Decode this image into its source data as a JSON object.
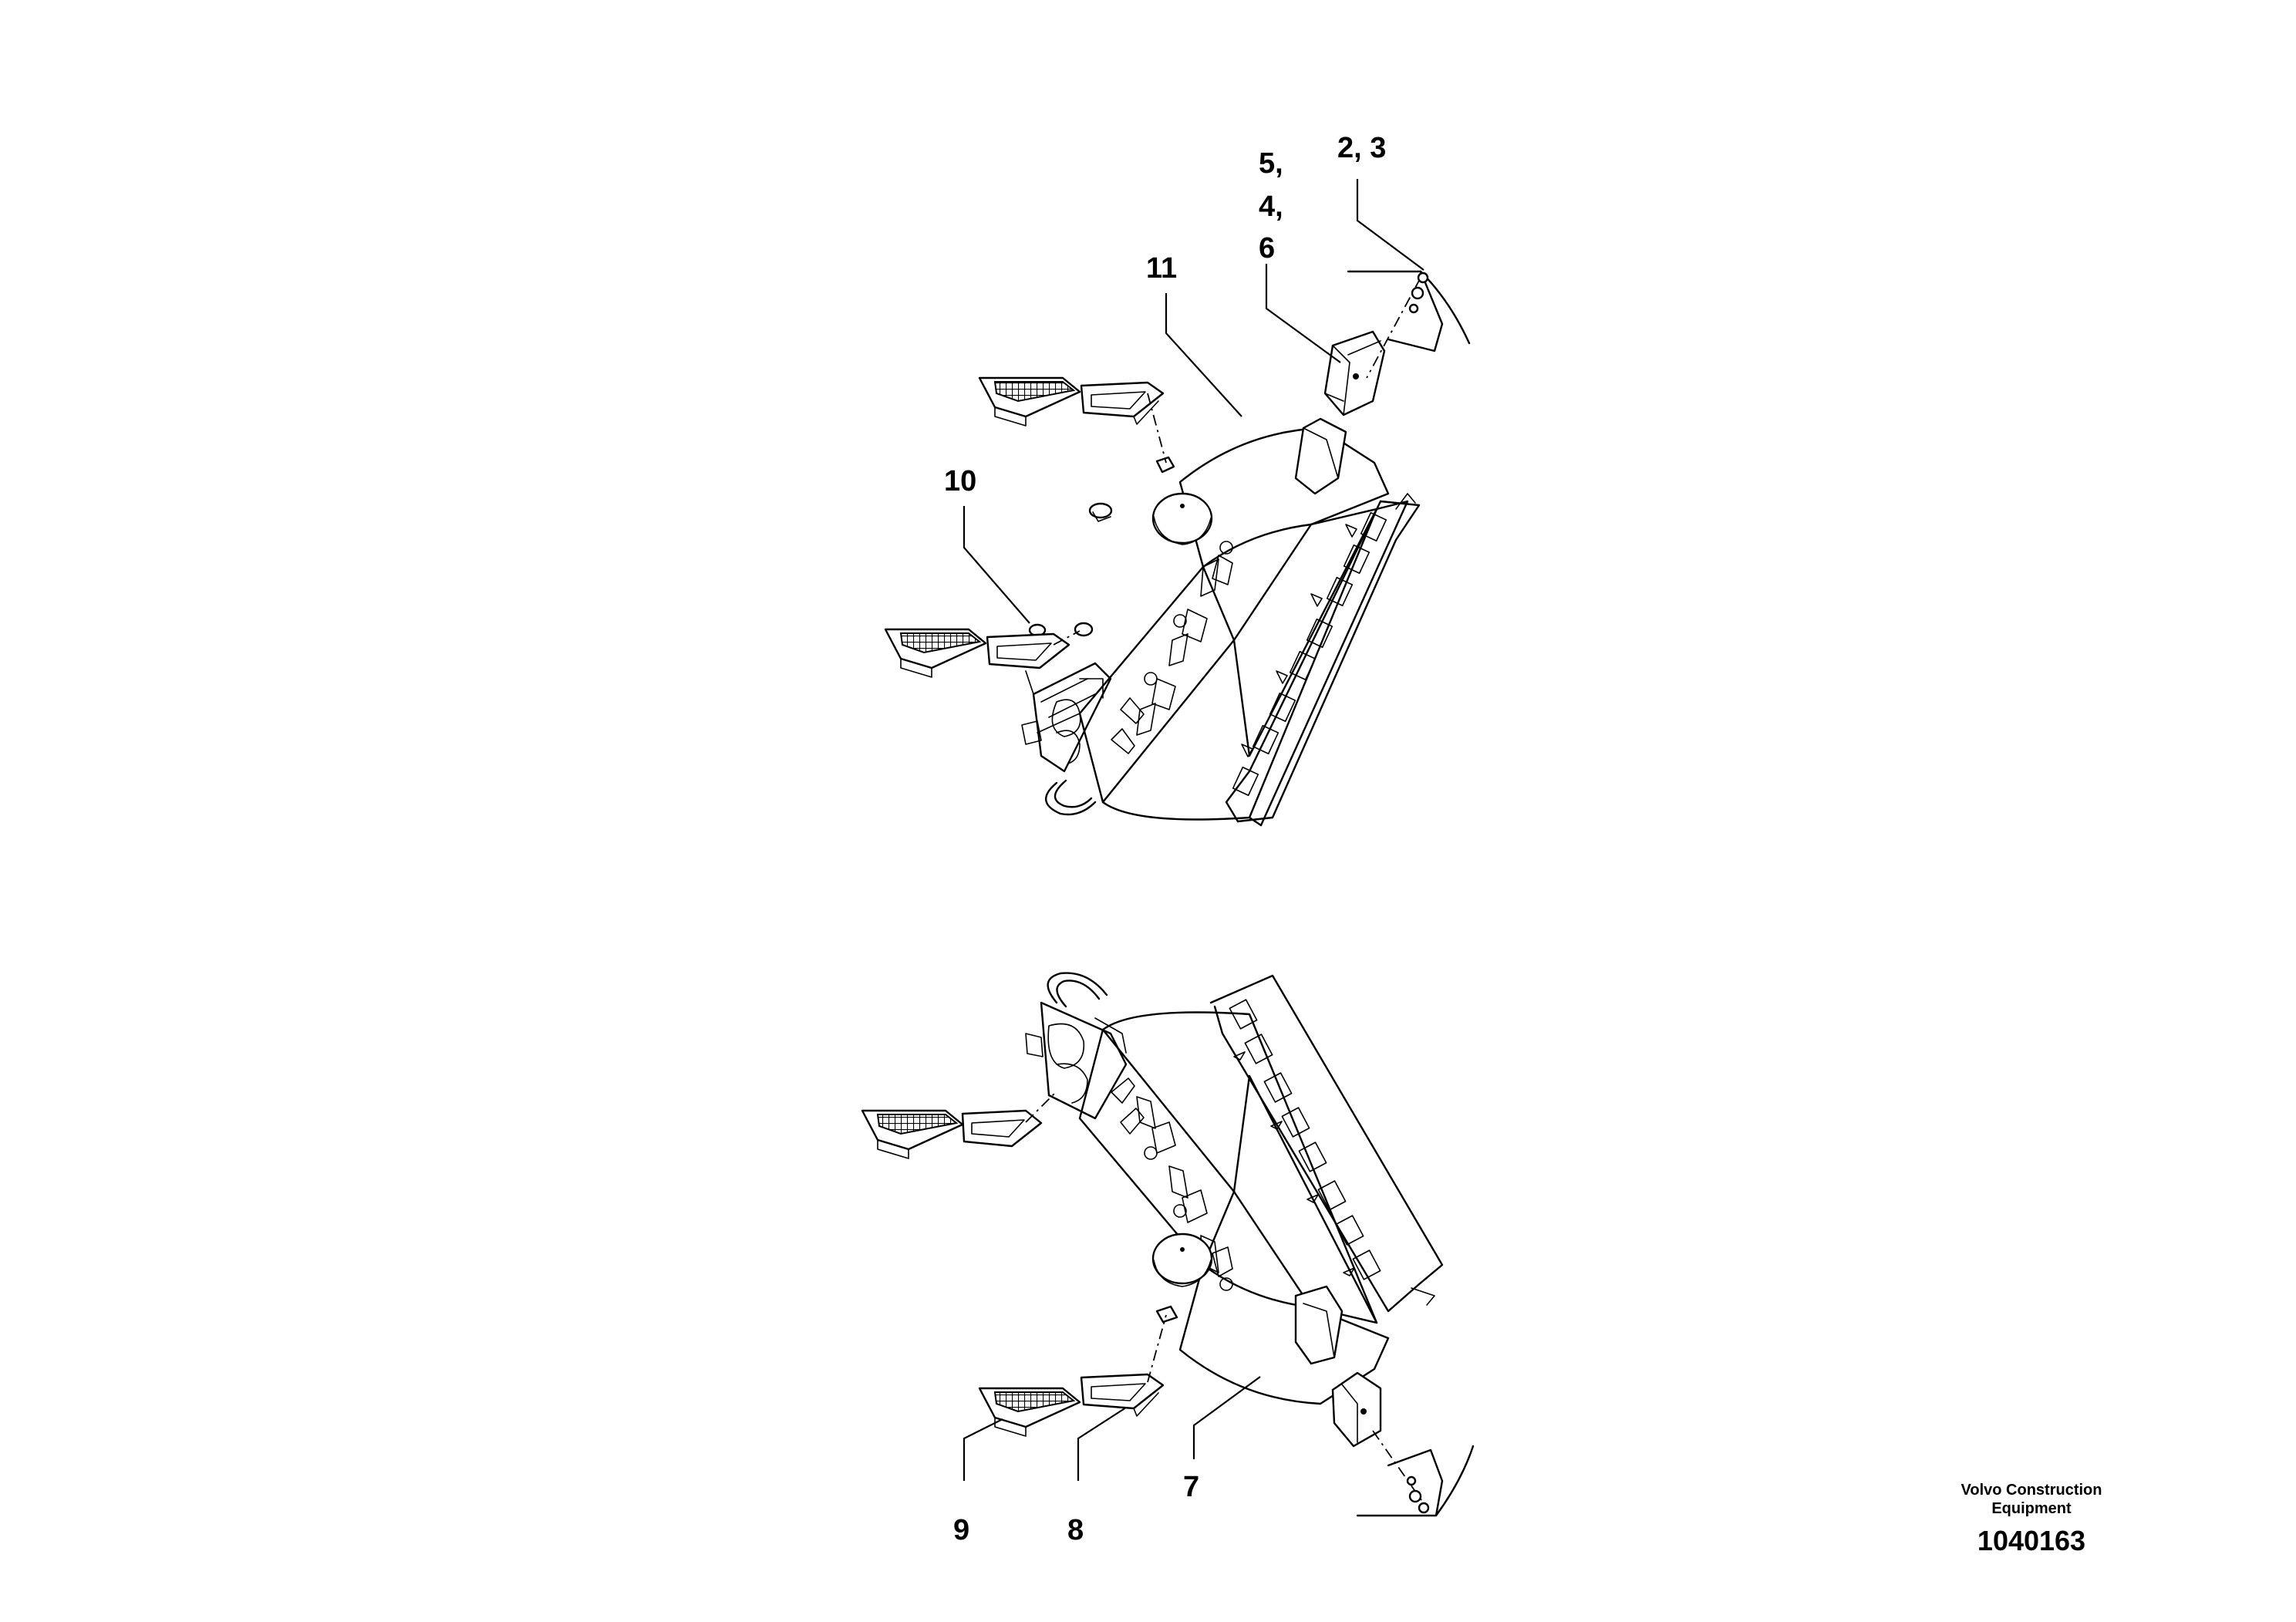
{
  "callouts": {
    "c_2_3": "2, 3",
    "c_5": "5,",
    "c_4": "4,",
    "c_6": "6",
    "c_11": "11",
    "c_10": "10",
    "c_9": "9",
    "c_8": "8",
    "c_7": "7"
  },
  "footer": {
    "company_line1": "Volvo Construction",
    "company_line2": "Equipment",
    "drawing_number": "1040163"
  }
}
